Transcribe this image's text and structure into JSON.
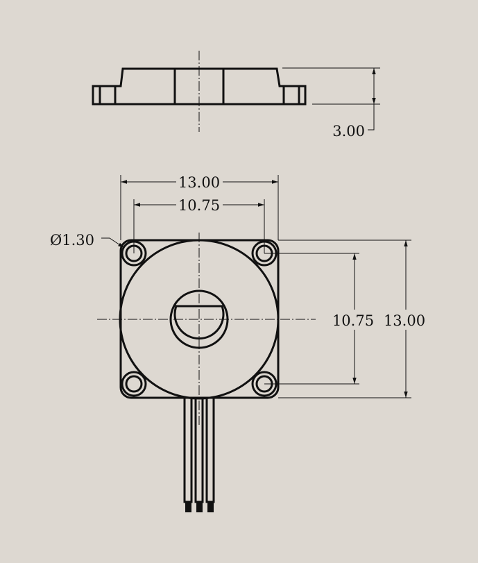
{
  "drawing": {
    "side_view": {
      "height_dim": "3.00"
    },
    "front_view": {
      "overall_width_dim": "13.00",
      "hole_spacing_width_dim": "10.75",
      "hole_diameter_dim": "Ø1.30",
      "hole_spacing_height_dim": "10.75",
      "overall_height_dim": "13.00"
    },
    "colors": {
      "background": "#ddd8d1",
      "line": "#111111"
    }
  }
}
